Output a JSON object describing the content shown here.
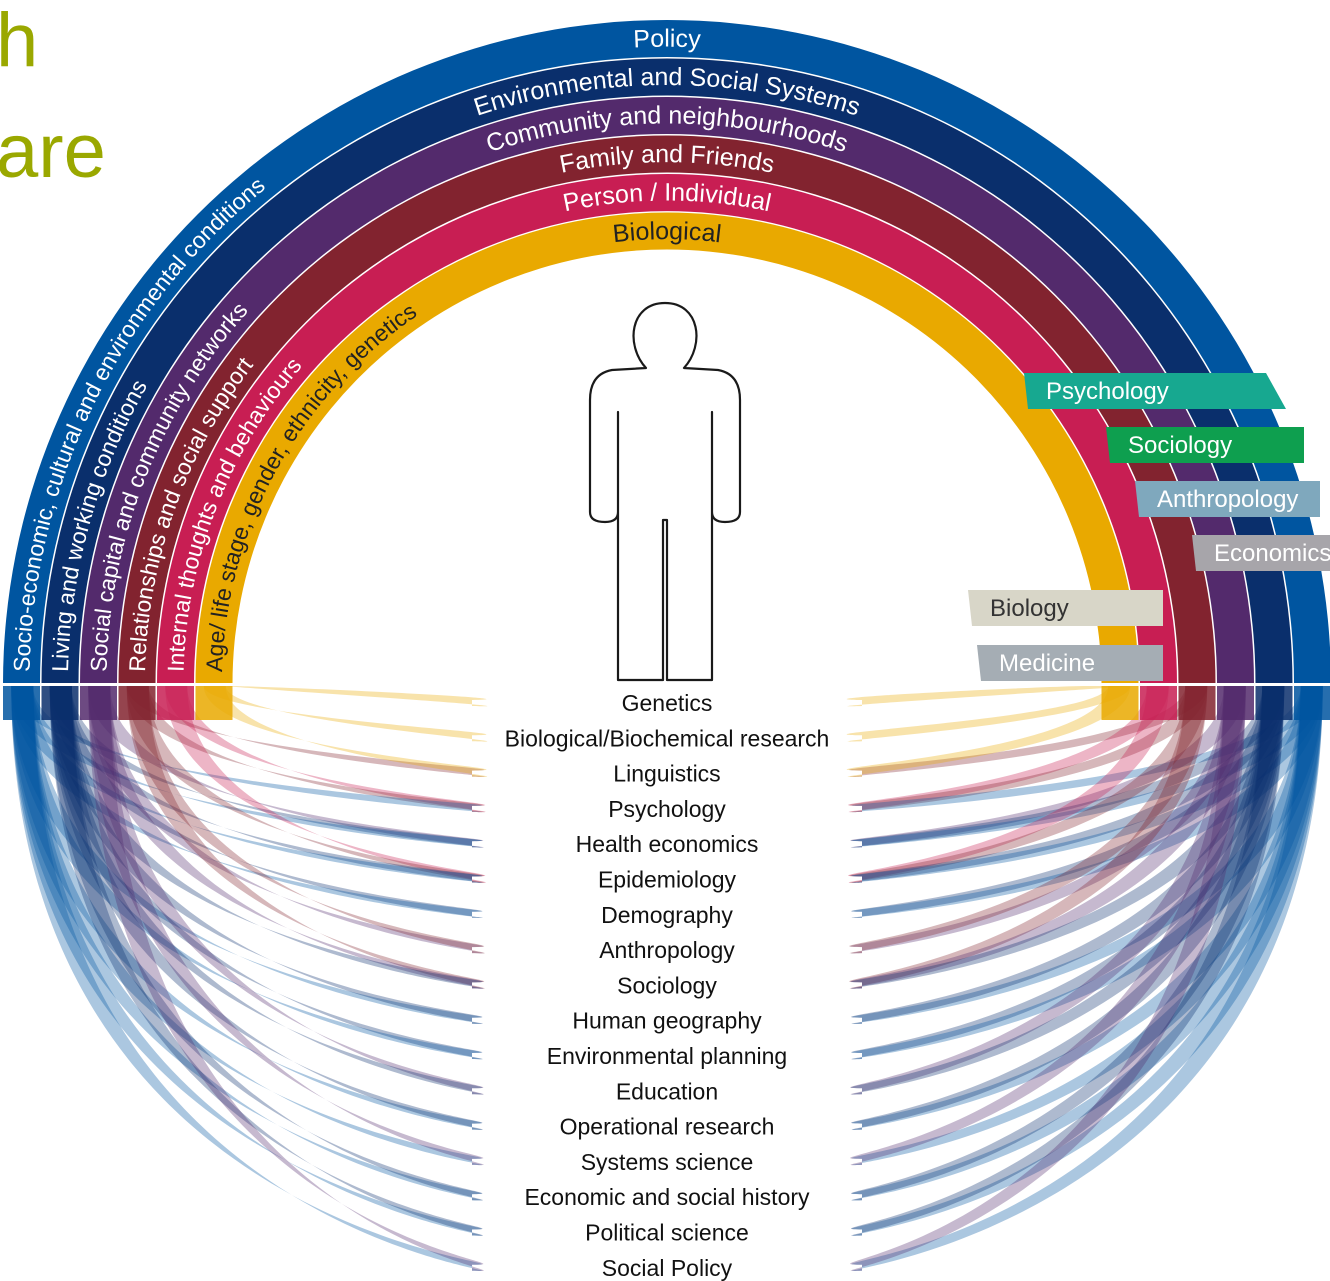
{
  "title_fragments": [
    "h",
    "are"
  ],
  "levels": [
    {
      "name": "Policy",
      "color": "#0055a0",
      "text_color": "#ffffff"
    },
    {
      "name": "Environmental and Social Systems",
      "color": "#0a2f6c",
      "text_color": "#ffffff"
    },
    {
      "name": "Community and neighbourhoods",
      "color": "#532a6c",
      "text_color": "#ffffff"
    },
    {
      "name": "Family and Friends",
      "color": "#82232f",
      "text_color": "#ffffff"
    },
    {
      "name": "Person / Individual",
      "color": "#c81e53",
      "text_color": "#ffffff"
    },
    {
      "name": "Biological",
      "color": "#e9a900",
      "text_color": "#222222"
    }
  ],
  "level_descriptions": [
    "Socio-economic, cultural and environmental conditions",
    "Living and working conditions",
    "Social capital and community networks",
    "Relationships and social support",
    "Internal thoughts and behaviours",
    "Age/ life stage, gender, ethnicity, genetics"
  ],
  "disciplines_right": [
    {
      "label": "Psychology",
      "color": "#17a890"
    },
    {
      "label": "Sociology",
      "color": "#0e9f4f"
    },
    {
      "label": "Anthropology",
      "color": "#7fa8bd"
    },
    {
      "label": "Economics",
      "color": "#a7a5aa"
    },
    {
      "label": "Biology",
      "color": "#d8d6c8"
    },
    {
      "label": "Medicine",
      "color": "#a5adb4"
    }
  ],
  "disciplines_list": [
    "Genetics",
    "Biological/Biochemical research",
    "Linguistics",
    "Psychology",
    "Health economics",
    "Epidemiology",
    "Demography",
    "Anthropology",
    "Sociology",
    "Human geography",
    "Environmental planning",
    "Education",
    "Operational research",
    "Systems science",
    "Economic and social history",
    "Political science",
    "Social Policy"
  ]
}
